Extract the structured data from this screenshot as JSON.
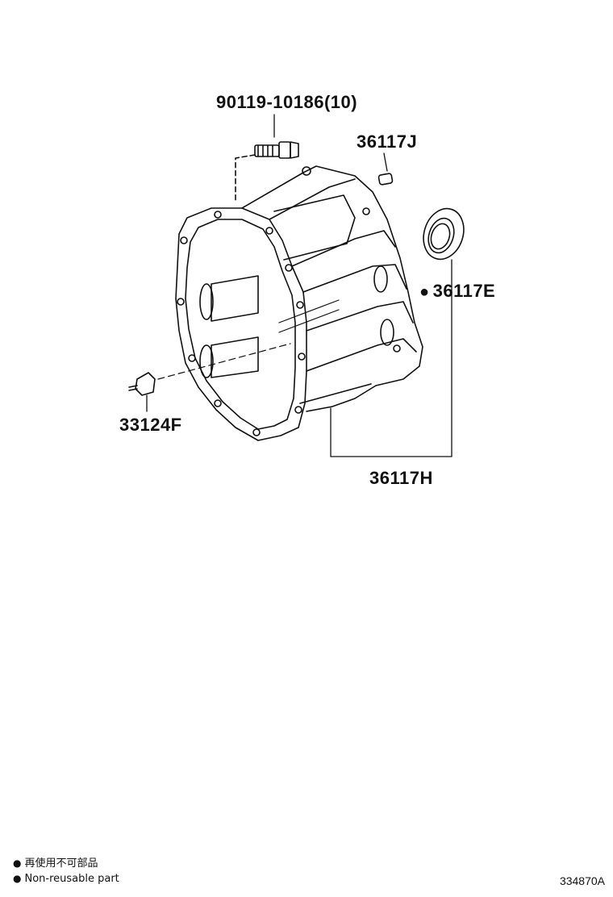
{
  "parts": {
    "bolt": "90119-10186(10)",
    "pin": "36117J",
    "oil_seal": "36117E",
    "plug": "33124F",
    "case": "36117H"
  },
  "oil_seal_marker": "●",
  "legend": {
    "bullet": "●",
    "japanese": "再使用不可部品",
    "english": "Non-reusable part"
  },
  "diagram_id": "334870A",
  "colors": {
    "line": "#111111",
    "background": "#ffffff"
  }
}
